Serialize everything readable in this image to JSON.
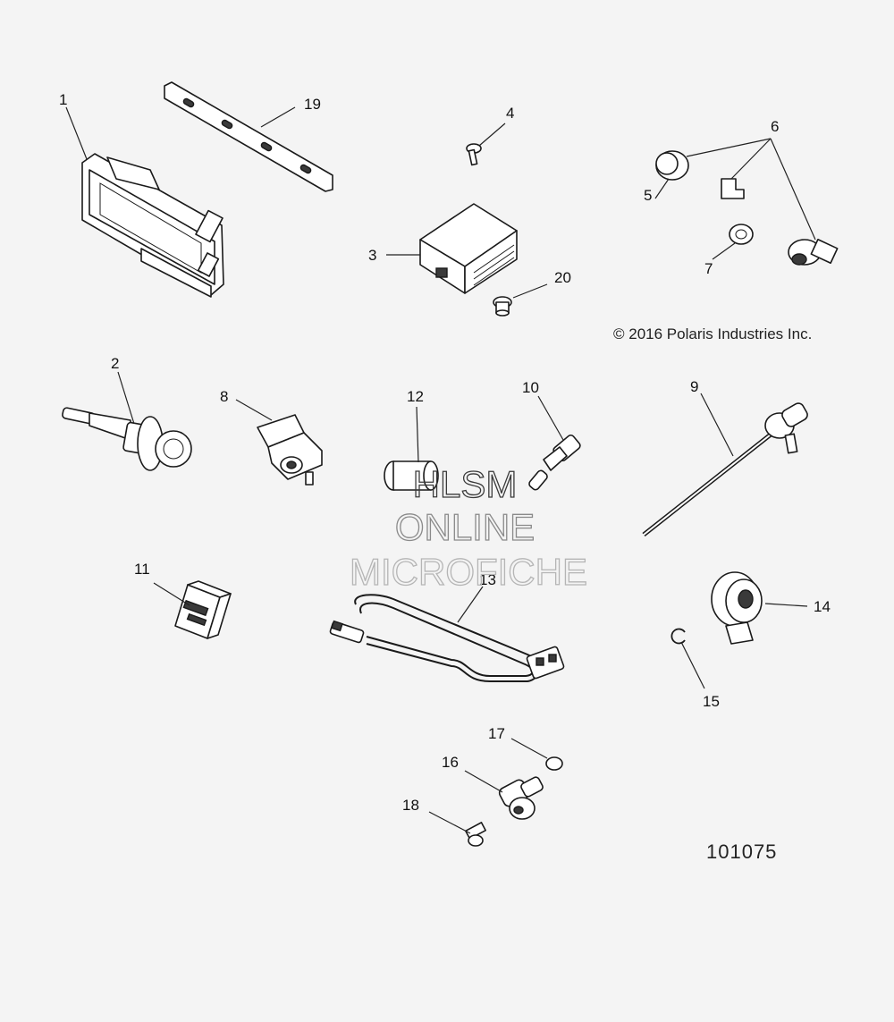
{
  "callouts": {
    "c1": "1",
    "c2": "2",
    "c3": "3",
    "c4": "4",
    "c5": "5",
    "c6": "6",
    "c7": "7",
    "c8": "8",
    "c9": "9",
    "c10": "10",
    "c11": "11",
    "c12": "12",
    "c13": "13",
    "c14": "14",
    "c15": "15",
    "c16": "16",
    "c17": "17",
    "c18": "18",
    "c19": "19",
    "c20": "20"
  },
  "copyright": "© 2016 Polaris Industries Inc.",
  "drawing_number": "101075",
  "watermark": {
    "line1": "HLSM",
    "line2": "ONLINE",
    "line3": "MICROFICHE"
  },
  "colors": {
    "background": "#f4f4f4",
    "line": "#1a1a1a"
  }
}
